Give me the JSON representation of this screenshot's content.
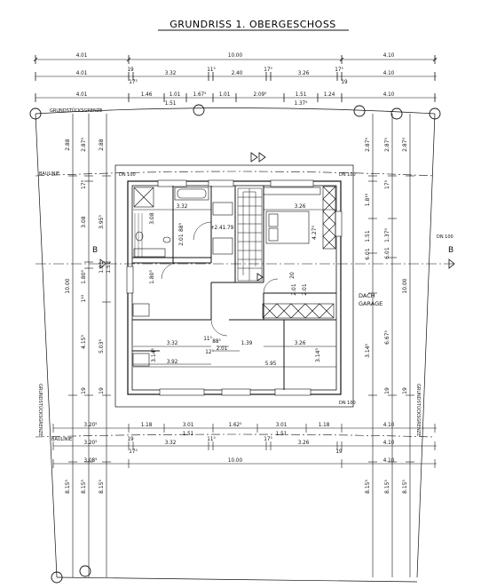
{
  "title": "GRUNDRISS  1. OBERGESCHOSS",
  "labels": {
    "grundstuecksgrenze_top": "GRUNDSTÜCKSGRENZE",
    "grundstuecksgrenze_left": "GRUNDSTÜCKSGRENZE",
    "grundstuecksgrenze_right": "GRUNDSTÜCKSGRENZE",
    "baulinie_top": "BAULINIE",
    "baulinie_bottom": "BAULINIE",
    "dach_garage_1": "DACH",
    "dach_garage_2": "GARAGE",
    "section_b_left": "B",
    "section_b_right": "B",
    "level": "+2.41.79",
    "dn_tl": "DN 100",
    "dn_tr": "DN 100",
    "dn_br": "DN 100",
    "dn_right": "DN 100"
  },
  "top_dims": {
    "row1": [
      "4.01",
      "10.00",
      "4.10"
    ],
    "row2": [
      "4.01",
      "3.32",
      "2.40",
      "3.26",
      "4.10"
    ],
    "row2_small": [
      "19",
      "11⁵",
      "17⁵",
      "17⁵",
      "17⁵",
      "19"
    ],
    "row3": [
      "4.01",
      "1.46",
      "1.01",
      "1.67⁵",
      "1.01",
      "2.09⁵",
      "1.51",
      "1.24",
      "4.10"
    ],
    "row3_sub": [
      "1.51",
      "1.37⁵"
    ]
  },
  "bottom_dims": {
    "row1": [
      "3.20⁵",
      "1.18",
      "3.01",
      "1.62⁵",
      "3.01",
      "1.18",
      "4.10"
    ],
    "row1_sub": [
      "1.51",
      "1.51"
    ],
    "row2": [
      "3.20⁵",
      "3.32",
      "3.26",
      "4.10"
    ],
    "row2_small": [
      "19",
      "17⁵",
      "11⁵",
      "17⁵",
      "19"
    ],
    "row3": [
      "3.08⁵",
      "10.00",
      "4.10"
    ]
  },
  "left_dims": {
    "outer": [
      "2.88",
      "10.00",
      "8.15⁵"
    ],
    "mid": [
      "2.87⁵",
      "3.08",
      "1.80⁵",
      "4.15⁵",
      "8.15⁵"
    ],
    "inner": [
      "2.88",
      "3.95⁵",
      "1.01",
      "1.51",
      "5.03⁵",
      "8.15⁵"
    ],
    "small": [
      "17⁵",
      "19",
      "1¹⁵",
      "19"
    ]
  },
  "right_dims": {
    "outer": [
      "2.87⁵",
      "10.00",
      "8.15⁵"
    ],
    "mid": [
      "2.87⁵",
      "1.37⁵",
      "6.01",
      "6.67⁵",
      "8.15⁵"
    ],
    "inner": [
      "2.87⁵",
      "1.8¹⁵",
      "1.51",
      "6.01",
      "3.14⁵",
      "8.15⁵"
    ],
    "small": [
      "17⁵",
      "19",
      "19"
    ]
  },
  "interior_dims": {
    "top_left": "3.32",
    "top_right": "3.26",
    "bottom_left": "3.32",
    "bottom_mid": "3.92",
    "bottom_total": "5.95",
    "bottom_right": "3.26",
    "stair_w": "1.39",
    "v_room1": "3.08",
    "v_room2": "2.01",
    "v_bath": "4.27⁵",
    "v_right": "2.01",
    "v_low": "3.14⁵",
    "v_low2": "3.14⁵",
    "door_a": "88⁵",
    "door_b": "2.01",
    "door_c": "88⁵",
    "door_d": "2.01",
    "small_a": "1.80⁵",
    "small_b": "20",
    "small_c": "11⁵",
    "small_d": "12⁵"
  }
}
